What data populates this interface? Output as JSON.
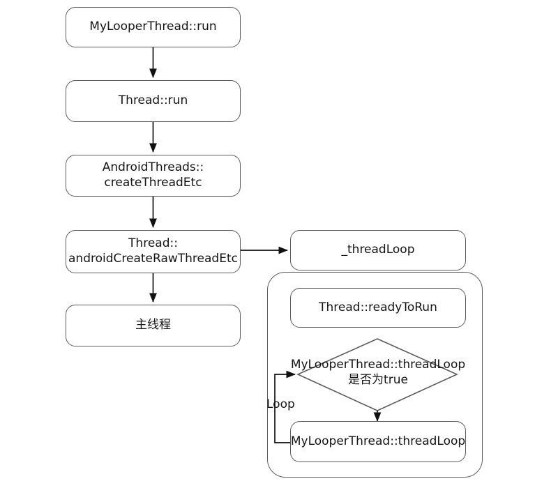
{
  "diagram": {
    "title": "Android Thread run / threadLoop call flow",
    "background_color": "#ffffff",
    "stroke_color": "#5b5b5b",
    "text_color": "#141414",
    "nodes": {
      "my_looper_thread_run": "MyLooperThread::run",
      "thread_run": "Thread::run",
      "android_threads_create": "AndroidThreads::\ncreateThreadEtc",
      "android_threads_create_line1": "AndroidThreads::",
      "android_threads_create_line2": "createThreadEtc",
      "thread_android_create_line1": "Thread::",
      "thread_android_create_line2": "androidCreateRawThreadEtc",
      "main_thread": "主线程",
      "thread_loop_entry": "_threadLoop",
      "thread_ready_to_run": "Thread::readyToRun",
      "decision_line1": "MyLooperThread::threadLoop",
      "decision_line2": "是否为true",
      "my_looper_thread_loop": "MyLooperThread::threadLoop"
    },
    "edges": {
      "loop_label": "Loop"
    }
  }
}
